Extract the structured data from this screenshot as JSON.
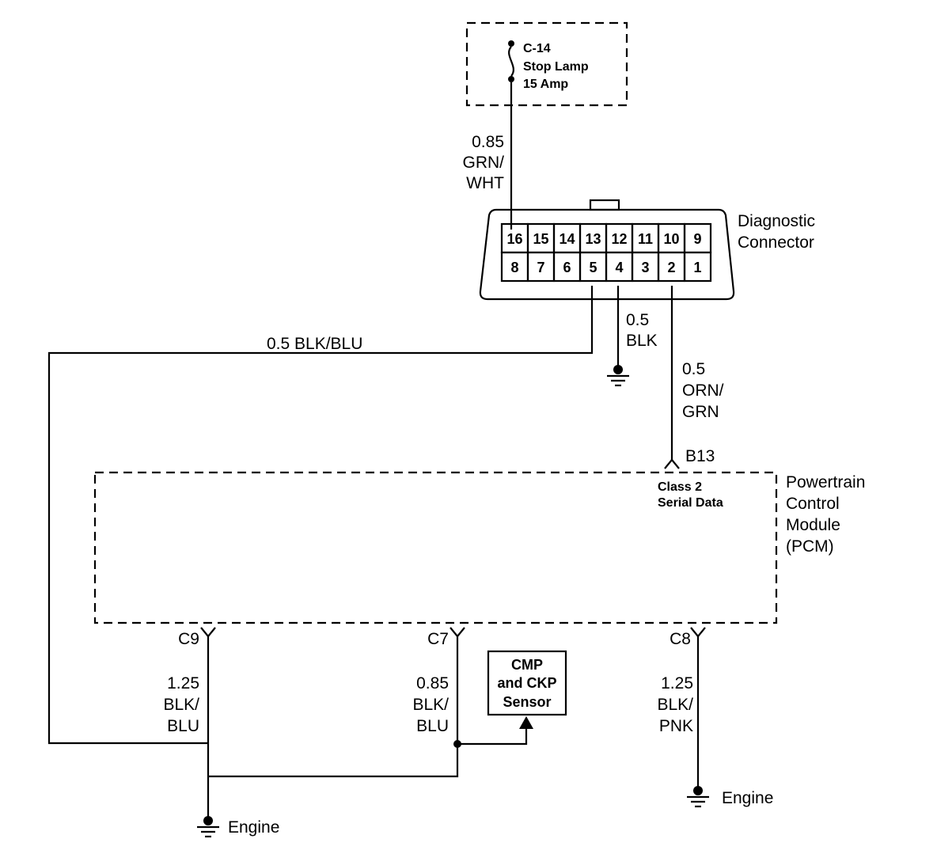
{
  "fuse": {
    "name": "C-14",
    "circuit": "Stop Lamp",
    "rating": "15 Amp"
  },
  "wire_fuse_dlc": {
    "gauge": "0.85",
    "color1": "GRN/",
    "color2": "WHT"
  },
  "dlc": {
    "title1": "Diagnostic",
    "title2": "Connector",
    "top_pins": [
      "16",
      "15",
      "14",
      "13",
      "12",
      "11",
      "10",
      "9"
    ],
    "bottom_pins": [
      "8",
      "7",
      "6",
      "5",
      "4",
      "3",
      "2",
      "1"
    ]
  },
  "wire_pin5": {
    "label": "0.5 BLK/BLU"
  },
  "wire_pin4": {
    "gauge": "0.5",
    "color": "BLK"
  },
  "wire_pin2": {
    "gauge": "0.5",
    "color1": "ORN/",
    "color2": "GRN"
  },
  "pcm": {
    "title1": "Powertrain",
    "title2": "Control",
    "title3": "Module",
    "title4": "(PCM)",
    "terminal_b13": "B13",
    "signal1": "Class 2",
    "signal2": "Serial Data",
    "terminal_c9": "C9",
    "terminal_c7": "C7",
    "terminal_c8": "C8"
  },
  "wire_c9": {
    "gauge": "1.25",
    "color1": "BLK/",
    "color2": "BLU"
  },
  "wire_c7": {
    "gauge": "0.85",
    "color1": "BLK/",
    "color2": "BLU"
  },
  "wire_c8": {
    "gauge": "1.25",
    "color1": "BLK/",
    "color2": "PNK"
  },
  "sensor": {
    "line1": "CMP",
    "line2": "and CKP",
    "line3": "Sensor"
  },
  "ground_left": {
    "label": "Engine"
  },
  "ground_right": {
    "label": "Engine"
  }
}
